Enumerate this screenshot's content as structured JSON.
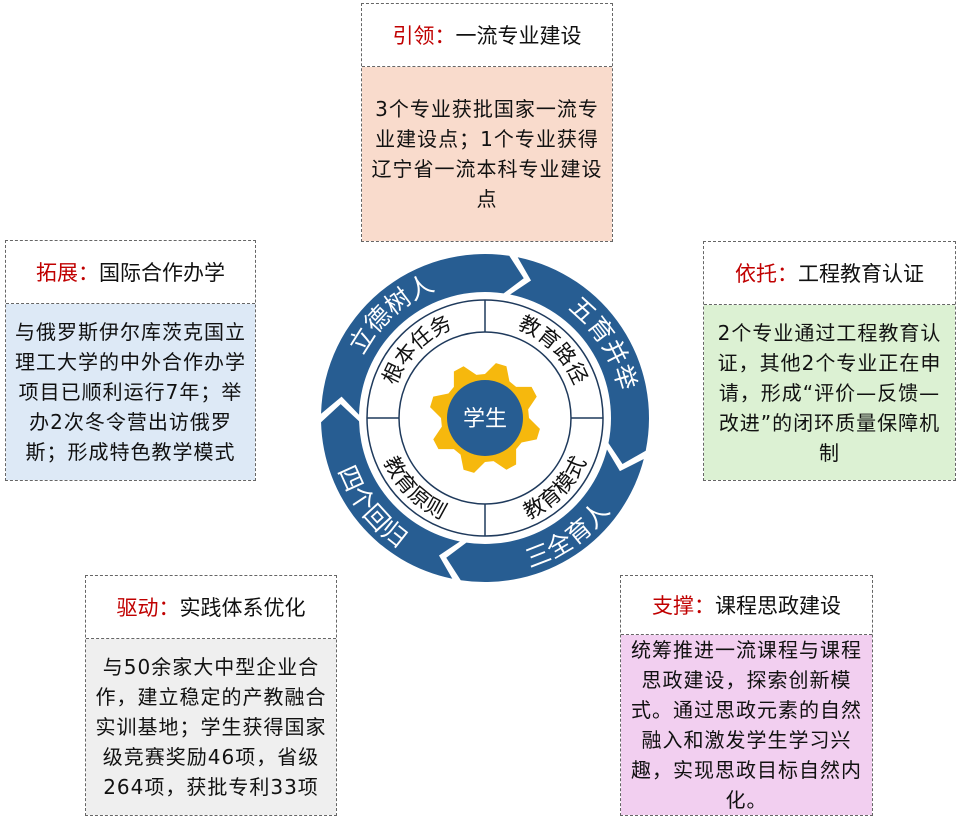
{
  "boxes": [
    {
      "key": "top",
      "label": "引领：",
      "title": "一流专业建设",
      "body": "3个专业获批国家一流专业建设点；1个专业获得辽宁省一流本科专业建设点",
      "color": "#f9dbcc"
    },
    {
      "key": "left",
      "label": "拓展：",
      "title": "国际合作办学",
      "body": "与俄罗斯伊尔库茨克国立理工大学的中外合作办学项目已顺利运行7年；举办2次冬令营出访俄罗斯；形成特色教学模式",
      "color": "#dde9f6"
    },
    {
      "key": "right",
      "label": "依托：",
      "title": "工程教育认证",
      "body": "2个专业通过工程教育认证，其他2个专业正在申请，形成“评价—反馈—改进”的闭环质量保障机制",
      "color": "#dcf1d3"
    },
    {
      "key": "bl",
      "label": "驱动：",
      "title": "实践体系优化",
      "body": "与50余家大中型企业合作，建立稳定的产教融合实训基地；学生获得国家级竞赛奖励46项，省级264项，获批专利33项",
      "color": "#efefef"
    },
    {
      "key": "br",
      "label": "支撑：",
      "title": "课程思政建设",
      "body": "统筹推进一流课程与课程思政建设，探索创新模式。通过思政元素的自然融入和激发学生学习兴趣，实现思政目标自然内化。",
      "color": "#f2cff0"
    }
  ],
  "wheel": {
    "outer": [
      "立德树人",
      "五育并举",
      "三全育人",
      "四个回归"
    ],
    "inner": [
      "根本任务",
      "教育路径",
      "教育模式",
      "教育原则"
    ],
    "center": "学生",
    "ring_color": "#275d92",
    "gear_color": "#f6b80d"
  }
}
